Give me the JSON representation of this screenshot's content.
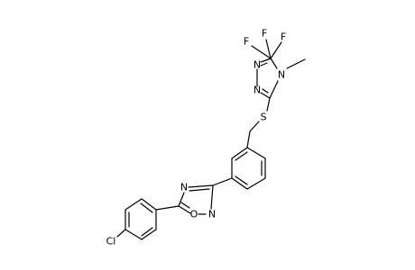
{
  "molecule": {
    "atoms": {
      "F_top_left": "F",
      "F_top_right": "F",
      "F_left": "F",
      "N_triazole_4": "N",
      "N_triazole_1": "N",
      "N_triazole_2": "N",
      "S_thioether": "S",
      "N_oxadiazole_4": "N",
      "N_oxadiazole_2": "N",
      "O_oxadiazole_1": "O",
      "Cl_aryl": "Cl"
    }
  }
}
